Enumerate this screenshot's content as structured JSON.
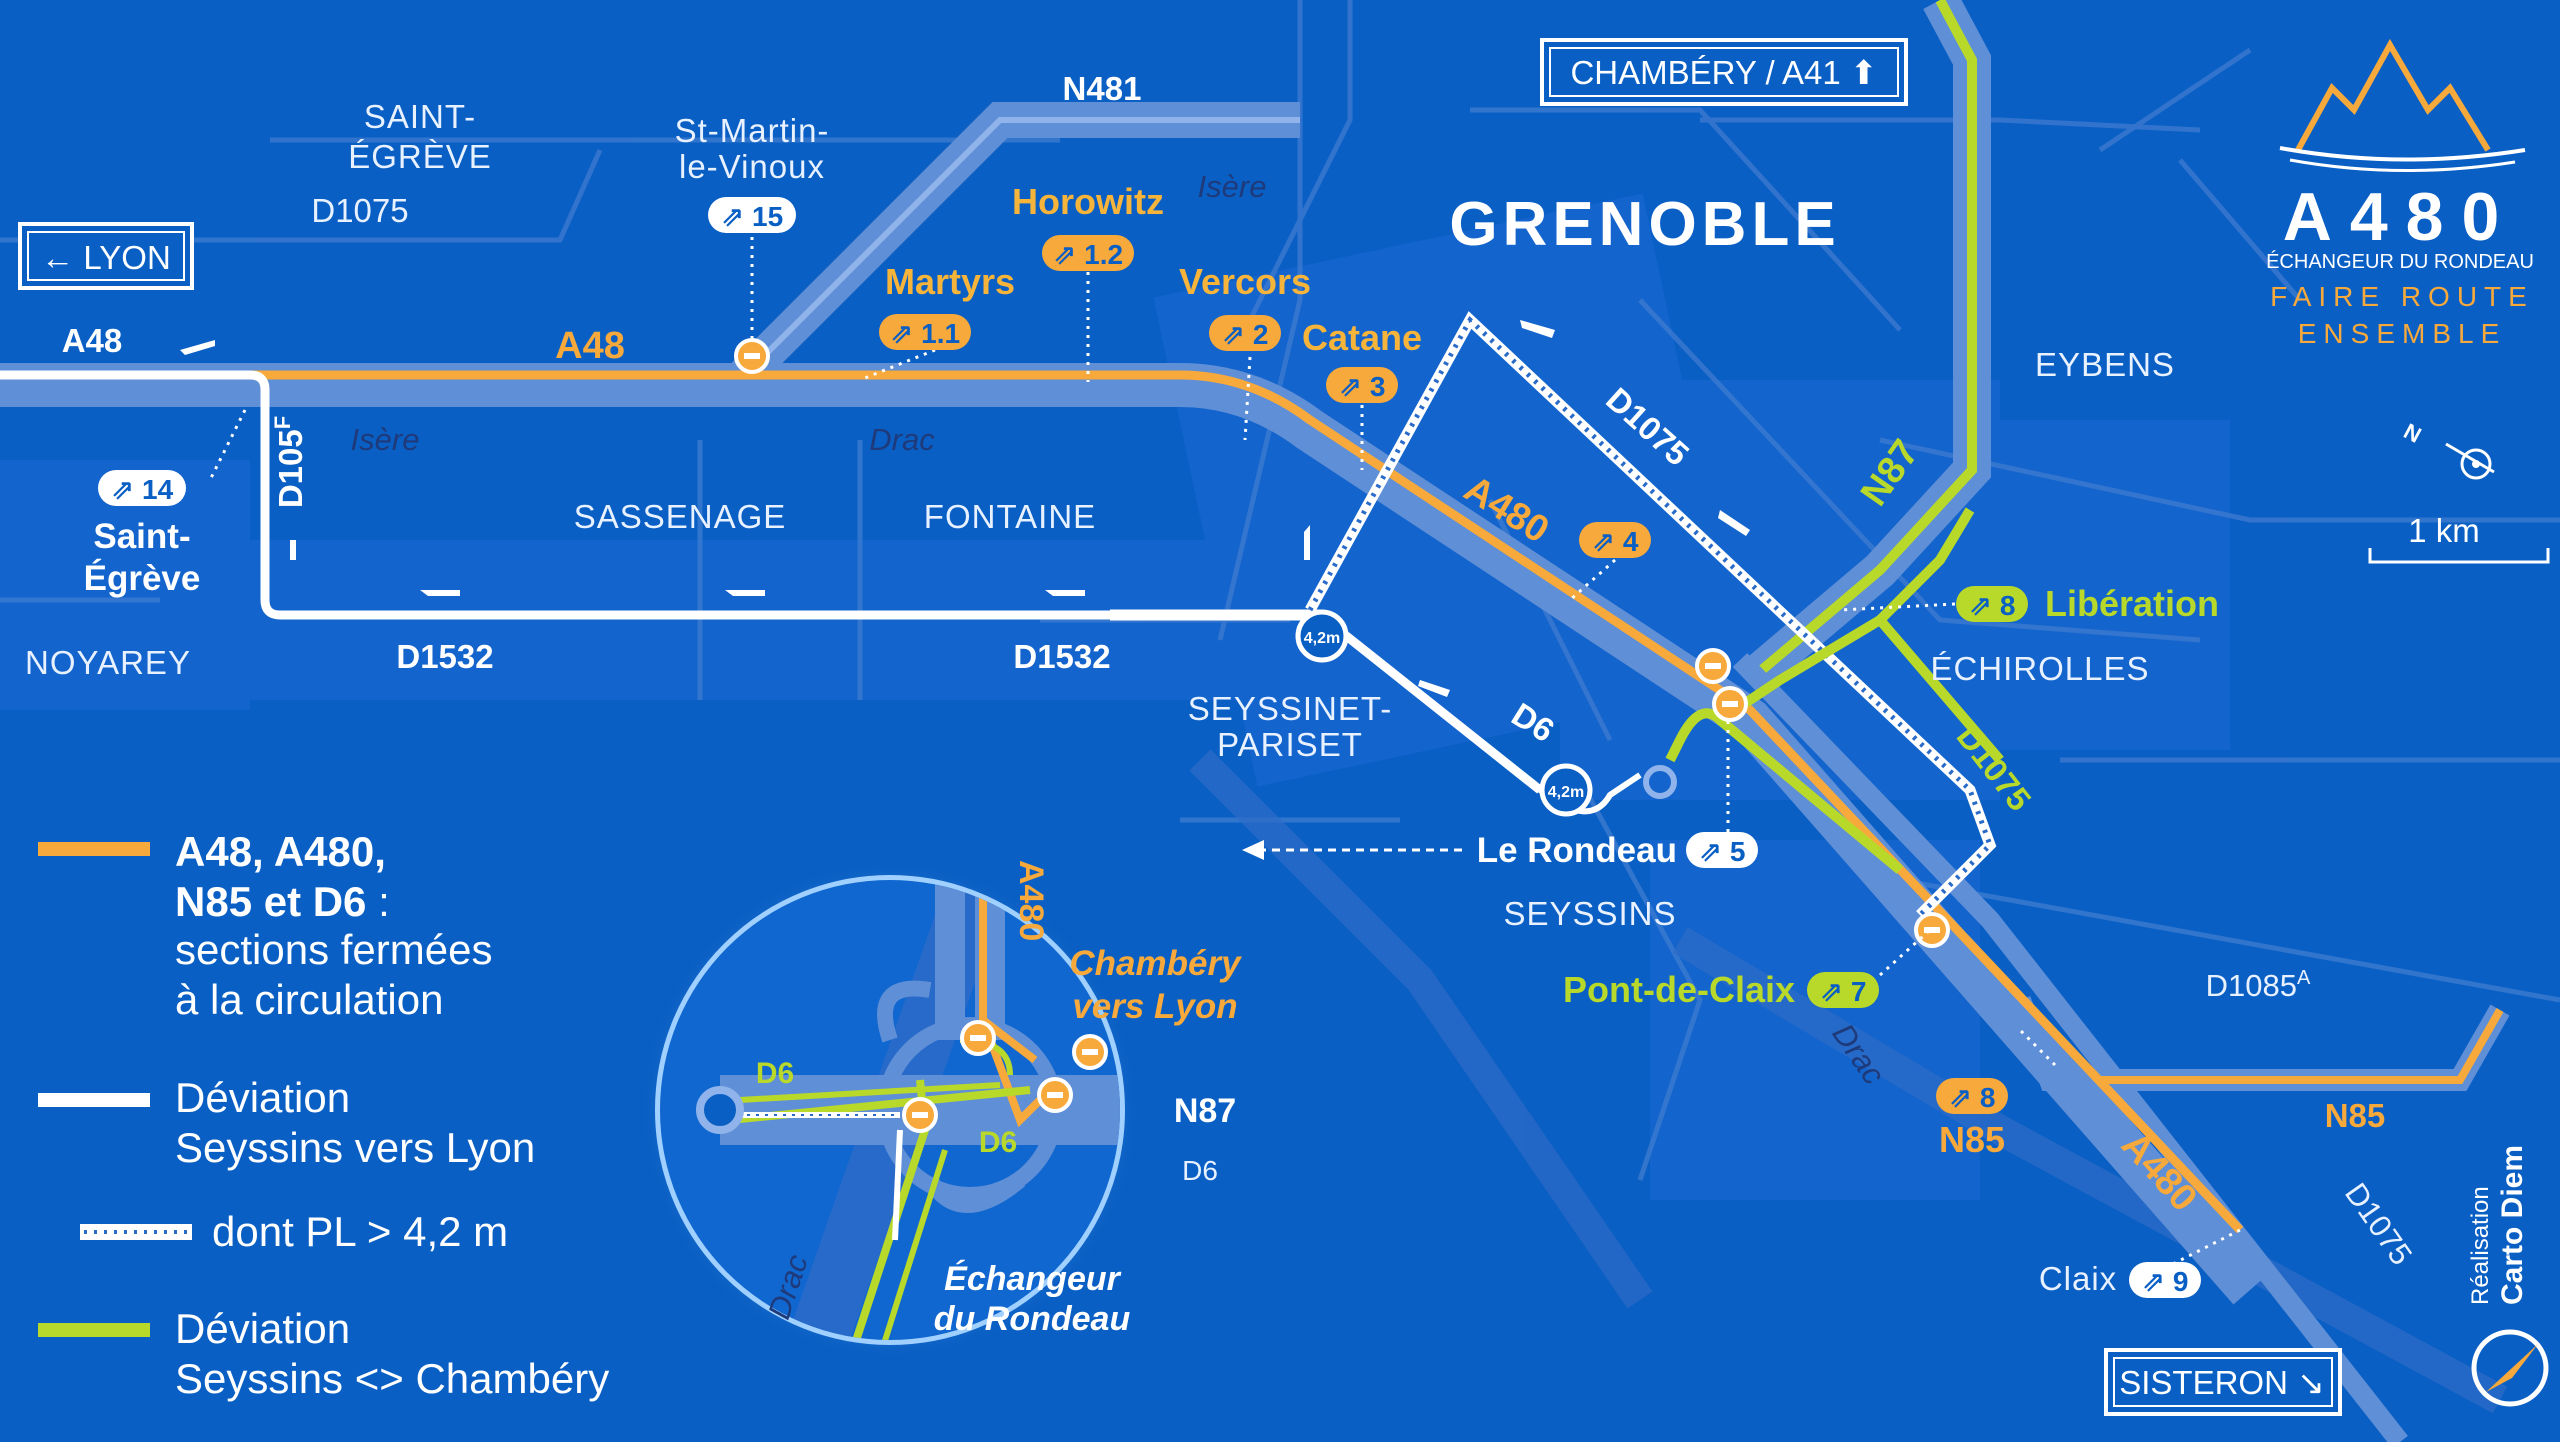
{
  "brand": {
    "title": "A480",
    "subtitle": "ÉCHANGEUR DU RONDEAU",
    "tagline_1": "FAIRE ROUTE",
    "tagline_2": "ENSEMBLE"
  },
  "signs": {
    "lyon": "LYON",
    "chambery": "CHAMBÉRY / A41",
    "sisteron": "SISTERON"
  },
  "city": "GRENOBLE",
  "towns": {
    "saint_egreve_1": "SAINT-",
    "saint_egreve_2": "ÉGRÈVE",
    "st_martin_1": "St-Martin-",
    "st_martin_2": "le-Vinoux",
    "sassenage": "SASSENAGE",
    "fontaine": "FONTAINE",
    "noyarey": "NOYAREY",
    "seyssinet_1": "SEYSSINET-",
    "seyssinet_2": "PARISET",
    "seyssins": "SEYSSINS",
    "eybens": "EYBENS",
    "echirolles": "ÉCHIROLLES",
    "claix": "Claix"
  },
  "rivers": {
    "isere_1": "Isère",
    "isere_2": "Isère",
    "drac_1": "Drac",
    "drac_2": "Drac",
    "drac_3": "Drac"
  },
  "roads": {
    "n481": "N481",
    "a48_left": "A48",
    "a48_main": "A48",
    "a480_main": "A480",
    "a480_south": "A480",
    "d1075_nw": "D1075",
    "d1075_center": "D1075",
    "d1075_echirolles": "D1075",
    "d1075_south": "D1075",
    "d105f": "D105",
    "d105f_sup": "F",
    "d1532_left": "D1532",
    "d1532_right": "D1532",
    "d6": "D6",
    "n87": "N87",
    "n85_east": "N85",
    "n85_exit": "N85",
    "d1085": "D1085",
    "d1085_sup": "A"
  },
  "exits": {
    "e15": "15",
    "e14": "14",
    "e1_1": "1.1",
    "e1_2": "1.2",
    "e2": "2",
    "e3": "3",
    "e4": "4",
    "e5": "5",
    "e7": "7",
    "e8_lib": "8",
    "e8_n85": "8",
    "e9": "9"
  },
  "exit_names": {
    "saint_egreve_1": "Saint-",
    "saint_egreve_2": "Égrève",
    "martyrs": "Martyrs",
    "horowitz": "Horowitz",
    "vercors": "Vercors",
    "catane": "Catane",
    "liberation": "Libération",
    "le_rondeau": "Le Rondeau",
    "pont_de_claix": "Pont-de-Claix"
  },
  "height_limit": "4,2m",
  "scale": "1 km",
  "compass": "N",
  "inset": {
    "a480": "A480",
    "chambery_1": "Chambéry",
    "chambery_2": "vers Lyon",
    "d6_left": "D6",
    "d6_mid": "D6",
    "d6_south": "D6",
    "n87": "N87",
    "drac": "Drac",
    "echangeur_1": "Échangeur",
    "echangeur_2": "du Rondeau"
  },
  "legend": {
    "closed_1": "A48, A480,",
    "closed_2": "N85 et D6",
    "closed_2b": " :",
    "closed_3": "sections fermées",
    "closed_4": "à la circulation",
    "deviation_lyon_1": "Déviation",
    "deviation_lyon_2": "Seyssins vers Lyon",
    "pl": "dont PL > 4,2 m",
    "deviation_chambery_1": "Déviation",
    "deviation_chambery_2": "Seyssins <> Chambéry"
  },
  "credit": {
    "line1": "Réalisation",
    "line2": "Carto Diem"
  },
  "colors": {
    "background": "#0a5fc4",
    "closed_road": "#f7a93b",
    "deviation_white": "#ffffff",
    "deviation_green": "#b8d82a",
    "road_blue": "#5f8fd6"
  }
}
